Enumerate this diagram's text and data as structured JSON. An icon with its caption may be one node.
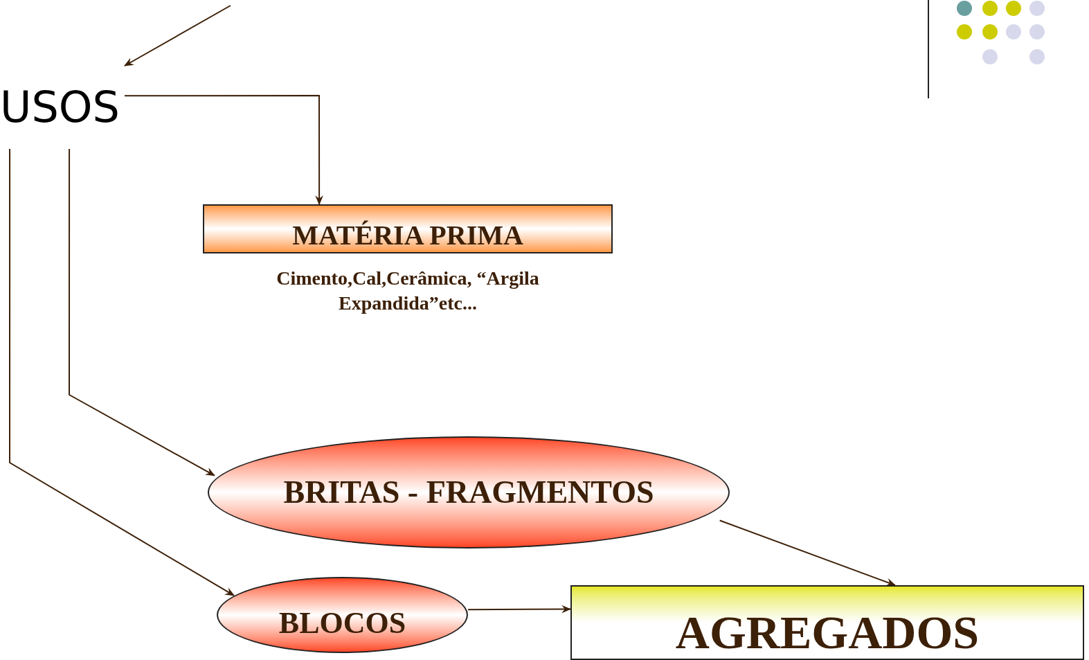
{
  "diagram": {
    "nodes": [
      {
        "text": [
          "USOS"
        ]
      },
      {
        "text": [
          "MATÉRIA PRIMA"
        ],
        "beside": [
          "Cimento,Cal,Cerâmica, “Argila Expandida”etc..."
        ]
      },
      {
        "text": [
          "BRITAS - FRAGMENTOS"
        ]
      },
      {
        "text": [
          "BLOCOS"
        ]
      },
      {
        "text": [
          "AGREGADOS"
        ]
      }
    ],
    "edges": [
      {
        "from": null,
        "to": 0,
        "arrow": "to"
      },
      {
        "from": 0,
        "to": 1,
        "arrow": "to"
      },
      {
        "from": 0,
        "to": 2,
        "arrow": "to"
      },
      {
        "from": 0,
        "to": 3,
        "arrow": "to"
      },
      {
        "from": 2,
        "to": 4,
        "arrow": "to"
      },
      {
        "from": 3,
        "to": 4,
        "arrow": "to"
      }
    ]
  }
}
